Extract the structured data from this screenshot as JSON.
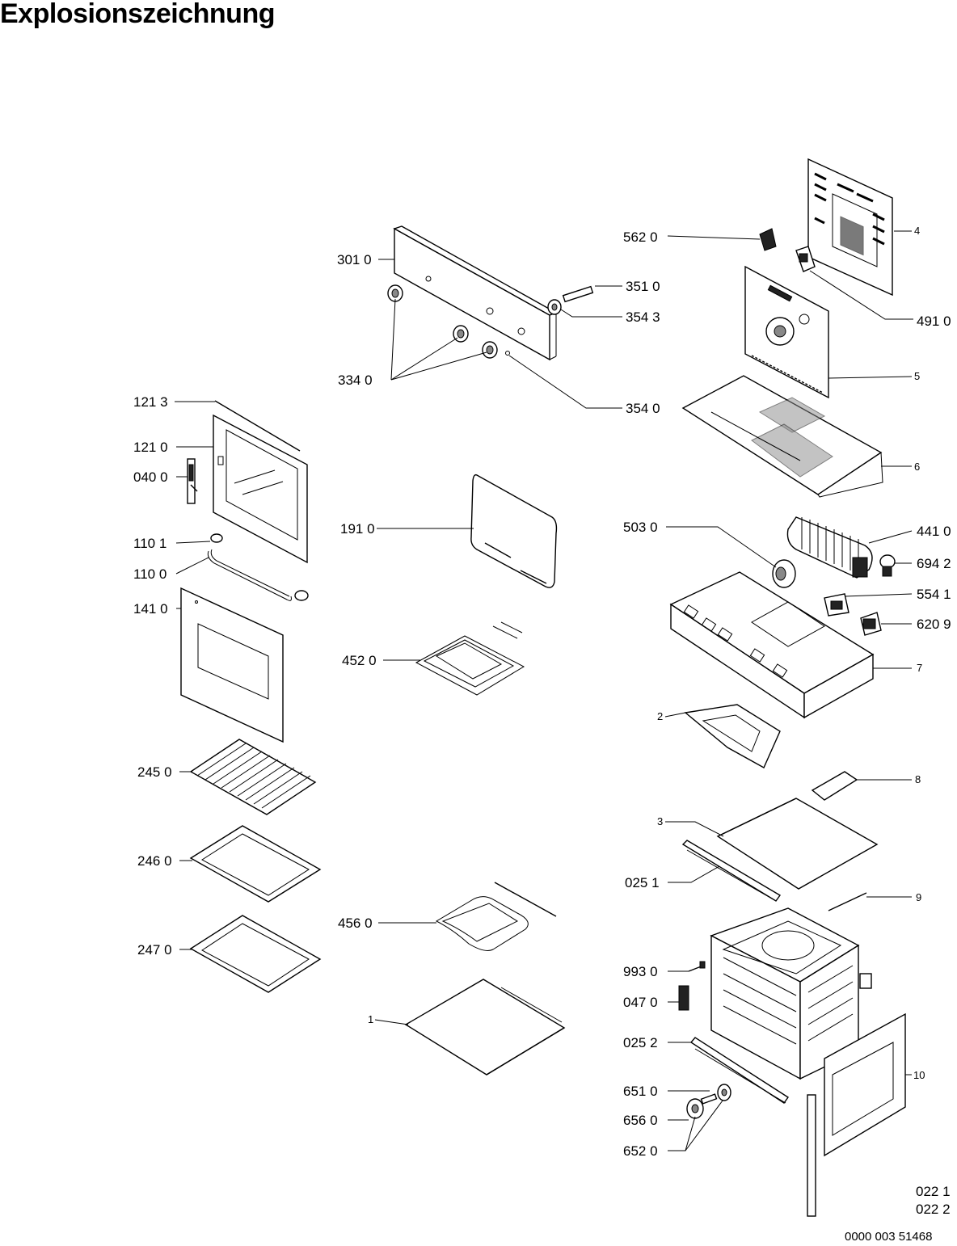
{
  "title": "Explosionszeichnung",
  "labels": {
    "p301_0": "301 0",
    "p334_0": "334 0",
    "p351_0": "351 0",
    "p354_3": "354 3",
    "p354_0": "354 0",
    "p562_0": "562 0",
    "p4": "4",
    "p491_0": "491 0",
    "p5": "5",
    "p6": "6",
    "p121_3": "121 3",
    "p121_0": "121 0",
    "p040_0": "040 0",
    "p110_1": "110 1",
    "p110_0": "110 0",
    "p141_0": "141 0",
    "p191_0": "191 0",
    "p452_0": "452 0",
    "p503_0": "503 0",
    "p441_0": "441 0",
    "p694_2": "694 2",
    "p554_1": "554 1",
    "p620_9": "620 9",
    "p7": "7",
    "p2": "2",
    "p8": "8",
    "p3": "3",
    "p025_1": "025 1",
    "p9": "9",
    "p245_0": "245 0",
    "p246_0": "246 0",
    "p247_0": "247 0",
    "p456_0": "456 0",
    "p1": "1",
    "p993_0": "993 0",
    "p047_0": "047 0",
    "p025_2": "025 2",
    "p10": "10",
    "p651_0": "651 0",
    "p656_0": "656 0",
    "p652_0": "652 0"
  },
  "variant_codes": [
    "022 1",
    "022 2"
  ],
  "document_number": "0000 003 51468"
}
